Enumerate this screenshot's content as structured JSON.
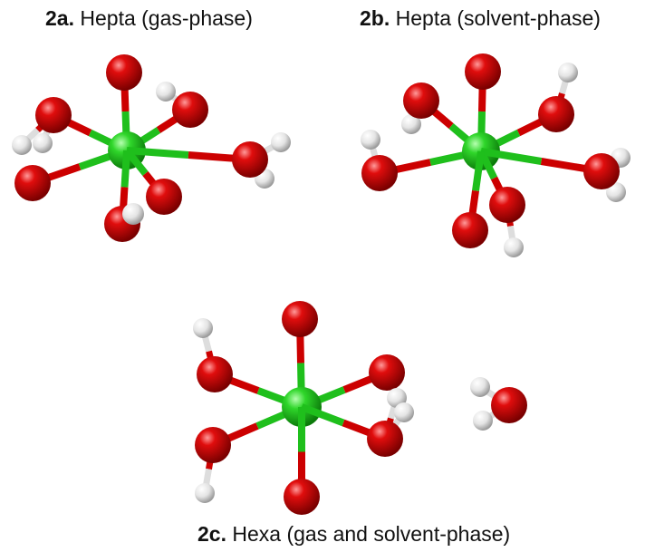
{
  "captions": {
    "a": {
      "label": "2a.",
      "text": "Hepta (gas-phase)"
    },
    "b": {
      "label": "2b.",
      "text": "Hepta (solvent-phase)"
    },
    "c": {
      "label": "2c.",
      "text": "Hexa (gas and solvent-phase)"
    }
  },
  "colors": {
    "metal": "#22c41f",
    "oxygen": "#d40000",
    "hydrogen": "#e6e6e6",
    "background": "#ffffff"
  }
}
